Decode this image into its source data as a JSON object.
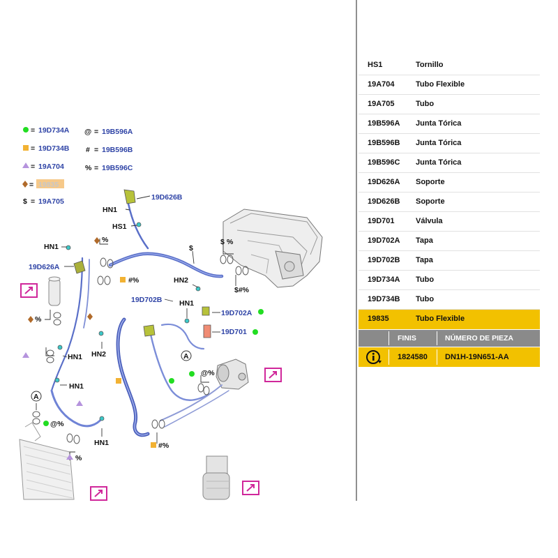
{
  "legend": [
    {
      "symbol": "circle-green",
      "sep": "=",
      "ref": "19D734A",
      "color": "#22dd22"
    },
    {
      "symbol": "square-orange",
      "sep": "=",
      "ref": "19D734B",
      "color": "#f2b233"
    },
    {
      "symbol": "triangle-purple",
      "sep": "=",
      "ref": "19A704",
      "color": "#b593dd"
    },
    {
      "symbol": "diamond-brown",
      "sep": "=",
      "ref": "19835",
      "color": "#b06a2a"
    },
    {
      "symbol": "$",
      "sep": "=",
      "ref": "19A705"
    },
    {
      "symbol": "@",
      "sep": "=",
      "ref": "19B596A"
    },
    {
      "symbol": "#",
      "sep": "=",
      "ref": "19B596B"
    },
    {
      "symbol": "%",
      "sep": "=",
      "ref": "19B596C"
    }
  ],
  "callouts": {
    "d626b": "19D626B",
    "hn1_a": "HN1",
    "hs1": "HS1",
    "hn1_b": "HN1",
    "d626a": "19D626A",
    "hn2_a": "HN2",
    "d702b": "19D702B",
    "hn1_c": "HN1",
    "d702a": "19D702A",
    "d701": "19D701",
    "hn2_b": "HN2",
    "hn1_d": "HN1",
    "hn1_e": "HN1",
    "hn1_f": "HN1",
    "dollar_a": "$",
    "dollar_b": "$",
    "pct_a": "%",
    "pct_b": "%",
    "pct_c": "%",
    "pct_d": "%",
    "hashpct_a": "#%",
    "hashpct_b": "$#%",
    "hashpct_c": "#%",
    "atpct_a": "@%",
    "atpct_b": "@%",
    "marker_a": "A",
    "marker_b": "A"
  },
  "parts_table": [
    {
      "ref": "HS1",
      "desc": "Tornillo"
    },
    {
      "ref": "19A704",
      "desc": "Tubo Flexible"
    },
    {
      "ref": "19A705",
      "desc": "Tubo"
    },
    {
      "ref": "19B596A",
      "desc": "Junta Tórica"
    },
    {
      "ref": "19B596B",
      "desc": "Junta Tórica"
    },
    {
      "ref": "19B596C",
      "desc": "Junta Tórica"
    },
    {
      "ref": "19D626A",
      "desc": "Soporte"
    },
    {
      "ref": "19D626B",
      "desc": "Soporte"
    },
    {
      "ref": "19D701",
      "desc": "Válvula"
    },
    {
      "ref": "19D702A",
      "desc": "Tapa"
    },
    {
      "ref": "19D702B",
      "desc": "Tapa"
    },
    {
      "ref": "19D734A",
      "desc": "Tubo"
    },
    {
      "ref": "19D734B",
      "desc": "Tubo"
    },
    {
      "ref": "19835",
      "desc": "Tubo Flexible",
      "selected": true
    }
  ],
  "detail": {
    "col_finis": "FINIS",
    "col_part": "NÚMERO DE PIEZA",
    "finis": "1824580",
    "part_number": "DN1H-19N651-AA",
    "info_icon": "info-icon"
  },
  "colors": {
    "selection": "#f2c100",
    "header_gray": "#8a8a8a",
    "label_blue": "#2f44a6",
    "pipe_blue": "#5a6fc8",
    "magenta": "#d0279a"
  }
}
